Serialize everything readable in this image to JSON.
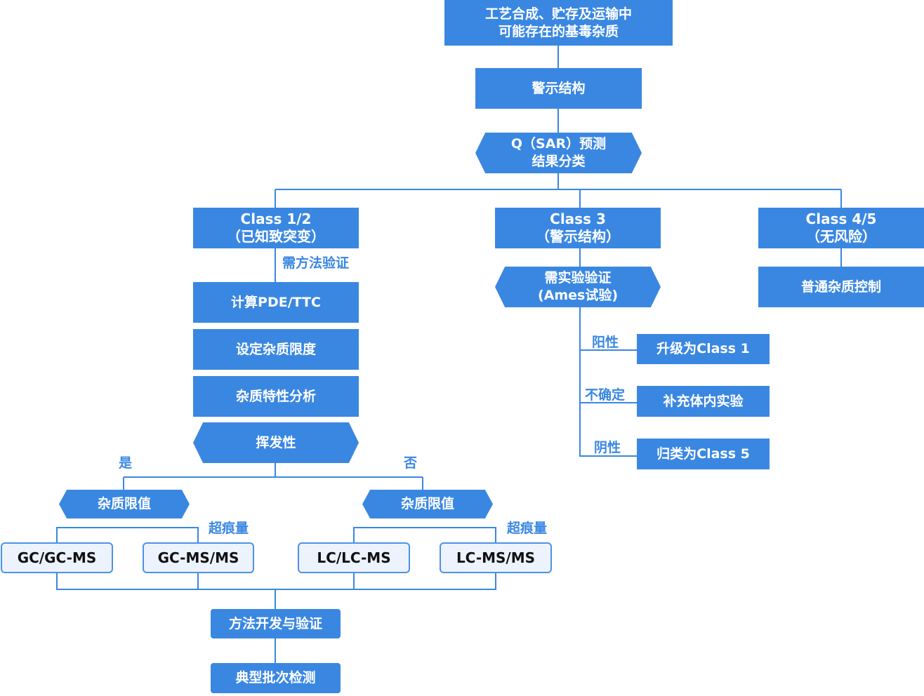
{
  "nodes": {
    "source": [
      "工艺合成、贮存及运输中",
      "可能存在的基毒杂质"
    ],
    "alert": "警示结构",
    "qsar": [
      "Q（SAR）预测",
      "结果分类"
    ],
    "class12": [
      "Class 1/2",
      "（已知致突变）"
    ],
    "class3": [
      "Class 3",
      "（警示结构）"
    ],
    "class45": [
      "Class 4/5",
      "（无风险）"
    ],
    "pde": "计算PDE/TTC",
    "limit": "设定杂质限度",
    "analysis": "杂质特性分析",
    "volatility": "挥发性",
    "limit_left": "杂质限值",
    "limit_right": "杂质限值",
    "gc": "GC/GC-MS",
    "gcmsms": "GC-MS/MS",
    "lc": "LC/LC-MS",
    "lcmsms": "LC-MS/MS",
    "method_dev": "方法开发与验证",
    "batch_test": "典型批次检测",
    "ames": [
      "需实验验证",
      "(Ames试验)"
    ],
    "upgrade": "升级为Class 1",
    "invivo": "补充体内实验",
    "class5": "归类为Class 5",
    "general": "普通杂质控制"
  },
  "labels": {
    "method_validation": "需方法验证",
    "yes": "是",
    "no": "否",
    "trace_left": "超痕量",
    "trace_right": "超痕量",
    "positive": "阳性",
    "uncertain": "不确定",
    "negative": "阴性"
  },
  "colors": {
    "primary_fill": "#3a87e2",
    "outline_fill": "#ecf3fd",
    "outline_border": "#4d92e4",
    "label_text": "#3a87e2"
  }
}
